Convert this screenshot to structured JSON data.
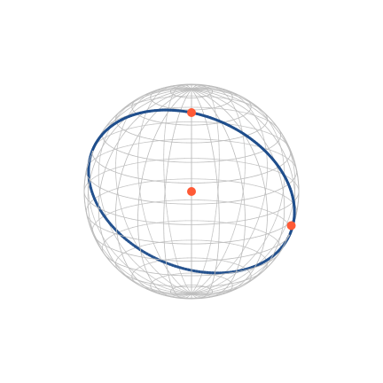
{
  "diagram": {
    "type": "wireframe-sphere",
    "colors": {
      "background": "#ffffff",
      "wireframe": "#bdbdbd",
      "circle": "#1f4e8c",
      "points": "#ff5a36"
    },
    "wireframe": {
      "latitude_count": 16,
      "longitude_count": 24,
      "view_elevation_deg": 18,
      "view_azimuth_deg": 0
    },
    "great_circle": {
      "normal": [
        0.28,
        0.87,
        0.4
      ]
    },
    "points": [
      {
        "id": "center",
        "pos": [
          0,
          0,
          0
        ]
      },
      {
        "id": "on-circle-right",
        "pos": [
          0.93,
          0.08,
          -0.36
        ]
      },
      {
        "id": "on-circle-bottom",
        "pos": [
          0.0,
          -0.42,
          0.91
        ]
      }
    ]
  }
}
